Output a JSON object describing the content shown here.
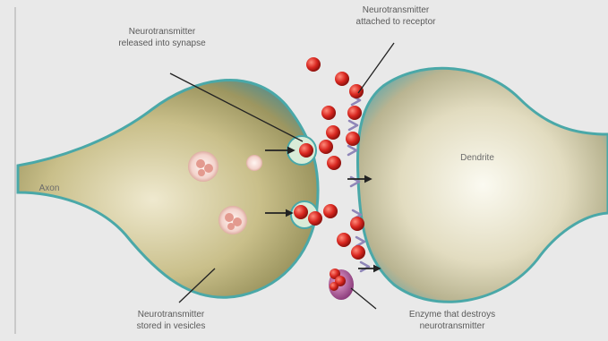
{
  "labels": {
    "released": "Neurotransmitter\nreleased into synapse",
    "attached": "Neurotransmitter\nattached to receptor",
    "axon": "Axon",
    "dendrite": "Dendrite",
    "vesicles": "Neurotransmitter\nstored in vesicles",
    "enzyme": "Enzyme that destroys\nneurotransmitter"
  },
  "colors": {
    "background": "#e9e9e9",
    "axon_body": "#c9bf8a",
    "dendrite_body": "#d6d0b2",
    "membrane_edge": "#4aa8a8",
    "neurotransmitter": "#d8261f",
    "vesicle": "#f1c7c0",
    "receptor": "#8f86b8",
    "enzyme": "#b9539a",
    "pointer": "#222222"
  }
}
